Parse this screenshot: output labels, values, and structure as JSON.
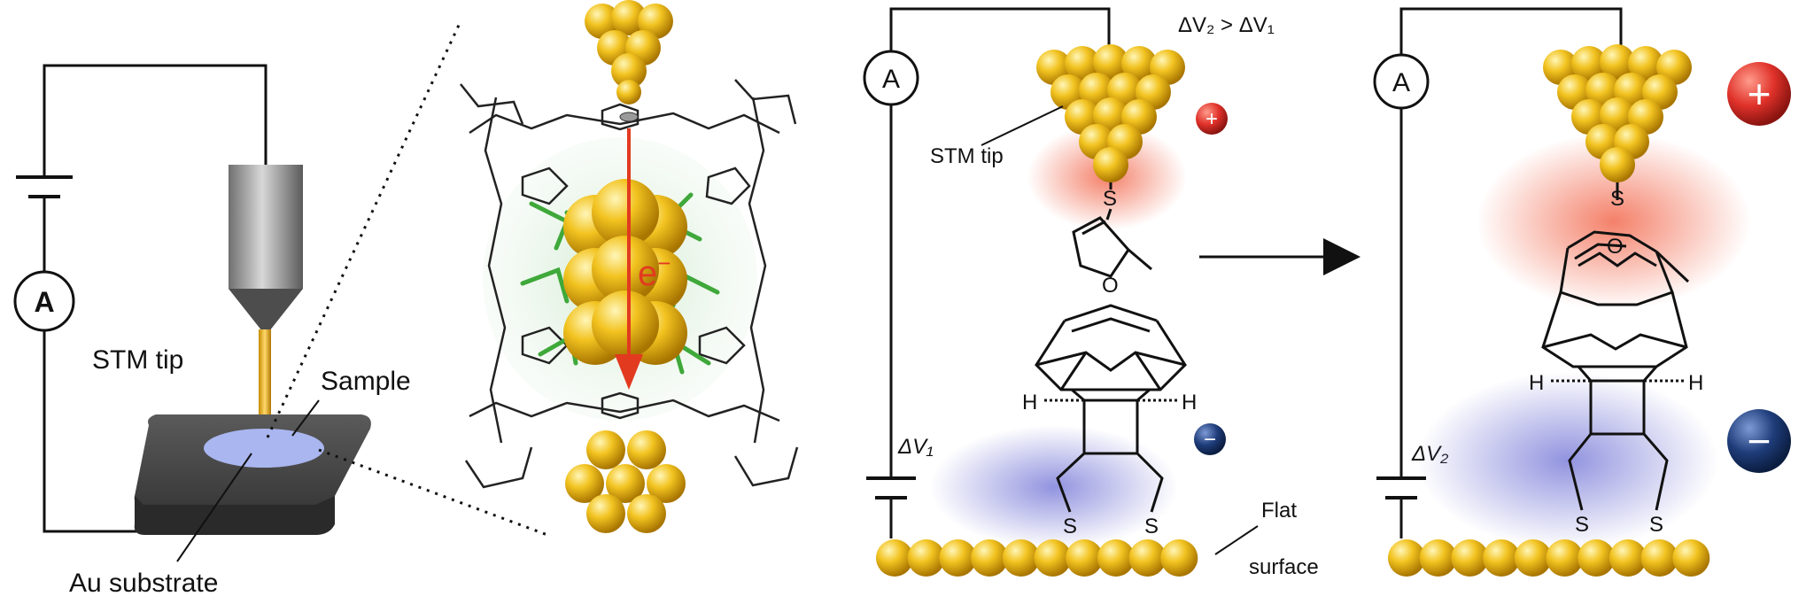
{
  "panel1": {
    "meter_label": "A",
    "tip_label": "STM tip",
    "sample_label": "Sample",
    "substrate_label": "Au substrate"
  },
  "panel2": {
    "electron_label": "e",
    "electron_sup": "−"
  },
  "panel3": {
    "meter_label": "A",
    "voltage_condition": "ΔV₂ > ΔV₁",
    "tip_label": "STM tip",
    "sulfur_top": "S",
    "oxygen": "O",
    "h_left": "H",
    "h_right": "H",
    "sulfur_left": "S",
    "sulfur_right": "S",
    "voltage_label": "ΔV₁",
    "plus": "+",
    "minus": "−",
    "surface_label_1": "Flat",
    "surface_label_2": "surface"
  },
  "panel4": {
    "meter_label": "A",
    "sulfur_top": "S",
    "oxygen": "O",
    "h_left": "H",
    "h_right": "H",
    "sulfur_left": "S",
    "sulfur_right": "S",
    "voltage_label": "ΔV₂",
    "plus": "+",
    "minus": "−"
  },
  "colors": {
    "gold": "#f2c320",
    "gold_dark": "#b58400",
    "positive": "#e0322a",
    "negative": "#1f3d7a",
    "red_glow": "#f26a4f",
    "blue_glow": "#6d6fd4",
    "molecule_green": "#3fa83a",
    "electron_arrow": "#e23a1f"
  }
}
